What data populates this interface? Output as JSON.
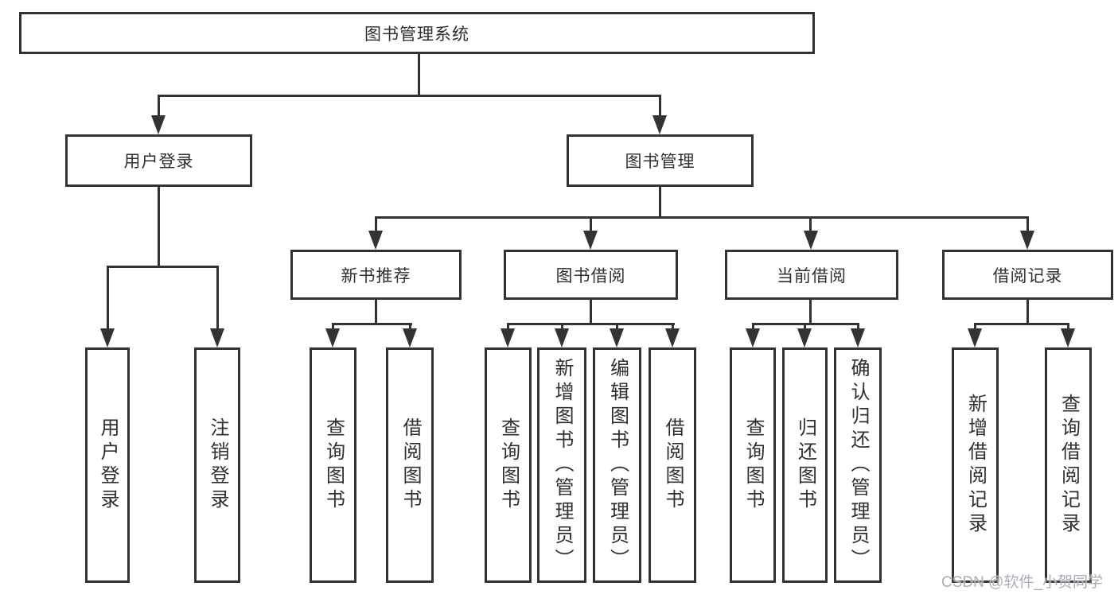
{
  "tree": {
    "root": "图书管理系统",
    "branches": [
      {
        "label": "用户登录",
        "children": [
          "用户登录",
          "注销登录"
        ]
      },
      {
        "label": "图书管理",
        "groups": [
          {
            "label": "新书推荐",
            "children": [
              "查询图书",
              "借阅图书"
            ]
          },
          {
            "label": "图书借阅",
            "children": [
              "查询图书",
              "新增图书（管理员）",
              "编辑图书（管理员）",
              "借阅图书"
            ]
          },
          {
            "label": "当前借阅",
            "children": [
              "查询图书",
              "归还图书",
              "确认归还（管理员）"
            ]
          },
          {
            "label": "借阅记录",
            "children": [
              "新增借阅记录",
              "查询借阅记录"
            ]
          }
        ]
      }
    ]
  },
  "watermark": "CSDN @软件_小贺同学",
  "colors": {
    "line": "#333333",
    "box_border": "#333333",
    "box_bg": "#ffffff",
    "text": "#2f2f2f",
    "watermark": "#a9aeb6"
  }
}
